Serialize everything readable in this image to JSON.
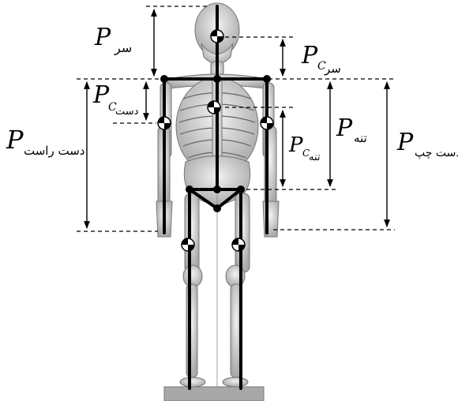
{
  "labels": {
    "p_symbol": "P",
    "c_symbol": "C",
    "head_sub": "سر",
    "hand_sub": "دست",
    "trunk_sub": "تنه",
    "right_hand_sub": "دست راست",
    "left_hand_sub": "دست چپ"
  }
}
